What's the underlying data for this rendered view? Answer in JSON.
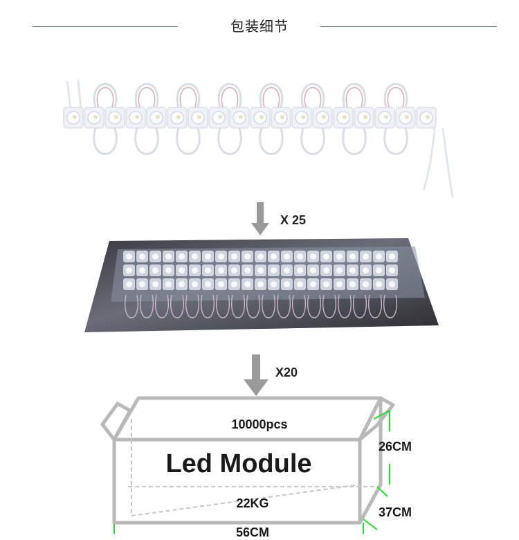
{
  "header": {
    "title": "包装细节"
  },
  "steps": [
    {
      "multiplier": "X  25"
    },
    {
      "multiplier": "X20"
    }
  ],
  "carton": {
    "quantity": "10000pcs",
    "brand": "Led Module",
    "weight": "22KG",
    "height": "26CM",
    "depth": "37CM",
    "length": "56CM"
  },
  "colors": {
    "accent_line": "#5a6f86",
    "arrow": "#9a9a9a",
    "carton_outline": "#b9b9b9",
    "dimension_marker": "#22e02a"
  },
  "icons": [
    "down-arrow-icon",
    "down-arrow-icon"
  ]
}
